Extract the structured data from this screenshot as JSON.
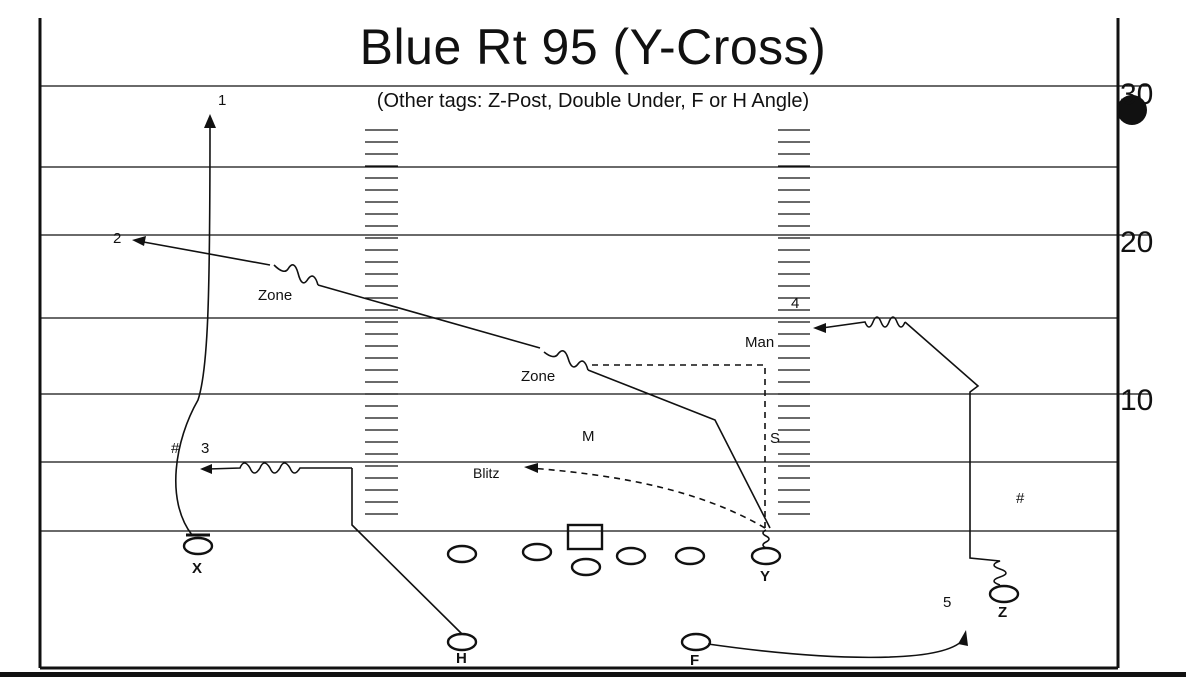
{
  "title": "Blue Rt 95 (Y-Cross)",
  "subtitle": "(Other tags: Z-Post, Double Under, F or H Angle)",
  "yard_numbers": {
    "top": "30",
    "middle": "20",
    "bottom": "10"
  },
  "players": {
    "x": "X",
    "y": "Y",
    "z": "Z",
    "h": "H",
    "f": "F"
  },
  "route_numbers": {
    "r1": "1",
    "r2": "2",
    "r3": "3",
    "r4": "4",
    "r5": "5"
  },
  "defenders": {
    "mike": "M",
    "sam": "S"
  },
  "labels": {
    "zone_deep": "Zone",
    "zone_short": "Zone",
    "man": "Man",
    "blitz": "Blitz"
  },
  "marks": {
    "hash_left": "#",
    "hash_right": "#"
  },
  "colors": {
    "ink": "#111111",
    "paper": "#ffffff"
  }
}
